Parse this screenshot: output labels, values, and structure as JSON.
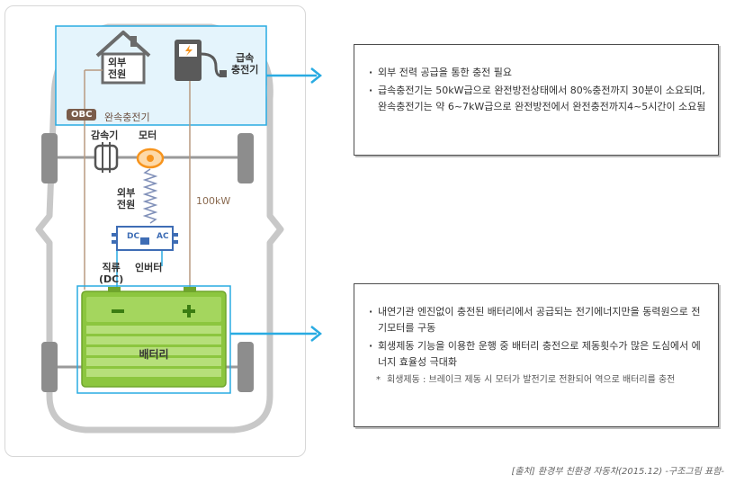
{
  "diagram": {
    "external_power": "외부\n전원",
    "fast_charger": "급속\n충전기",
    "obc_badge": "OBC",
    "slow_charger": "완속충전기",
    "reducer": "감속기",
    "motor": "모터",
    "external_power_mid": "외부\n전원",
    "power_100kw": "100kW",
    "dc_label": "DC",
    "ac_label": "AC",
    "direct_current": "직류\n(DC)",
    "inverter": "인버터",
    "minus": "−",
    "plus": "+",
    "battery": "배터리"
  },
  "info_top": {
    "items": [
      "외부 전력 공급을 통한 충전 필요",
      "급속충전기는 50kW급으로 완전방전상태에서 80%충전까지 30분이 소요되며, 완속충전기는 약 6~7kW급으로 완전방전에서 완전충전까지4~5시간이 소요됨"
    ]
  },
  "info_bottom": {
    "items": [
      "내연기관 엔진없이 충전된 배터리에서 공급되는 전기에너지만을 동력원으로 전기모터를 구동",
      "회생제동 기능을 이용한 운행 중 배터리 충전으로 제동횟수가 많은 도심에서 에너지 효율성 극대화"
    ],
    "note": "회생제동 : 브레이크 제동 시 모터가 발전기로 전환되어 역으로 배터리를 충전"
  },
  "source": "[출처] 환경부 친환경 자동차(2015.12) -구조그림 표함-",
  "colors": {
    "accent_blue": "#29abe2",
    "battery_green": "#8cc63f",
    "motor_orange": "#f7941d",
    "obc_brown": "#7a5c4a",
    "car_outline": "#c8c8c8"
  }
}
